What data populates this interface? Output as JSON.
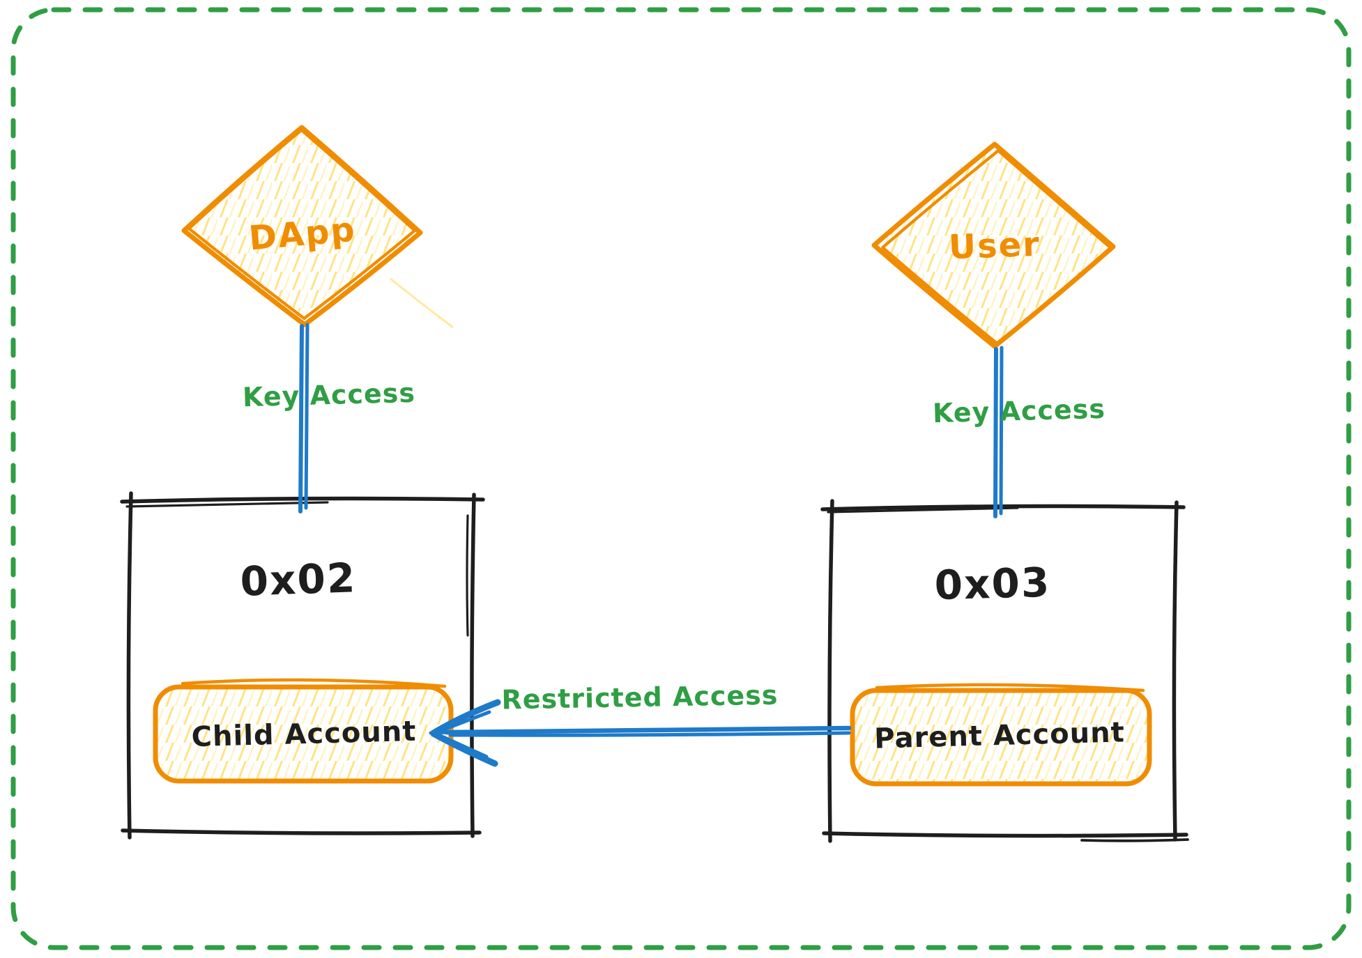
{
  "diagram": {
    "actors": {
      "dapp": {
        "label": "DApp"
      },
      "user": {
        "label": "User"
      }
    },
    "wallets": {
      "left": {
        "address": "0x02",
        "account_label": "Child Account"
      },
      "right": {
        "address": "0x03",
        "account_label": "Parent Account"
      }
    },
    "edges": {
      "dapp_key_access": {
        "label": "Key Access"
      },
      "user_key_access": {
        "label": "Key Access"
      },
      "restricted_access": {
        "label": "Restricted Access"
      }
    },
    "colors": {
      "accent_orange": "#f08c00",
      "fill_yellow": "#ffd43b",
      "accent_green": "#2f9e44",
      "accent_blue": "#1f7ac9",
      "ink_black": "#1e1e1e"
    }
  }
}
